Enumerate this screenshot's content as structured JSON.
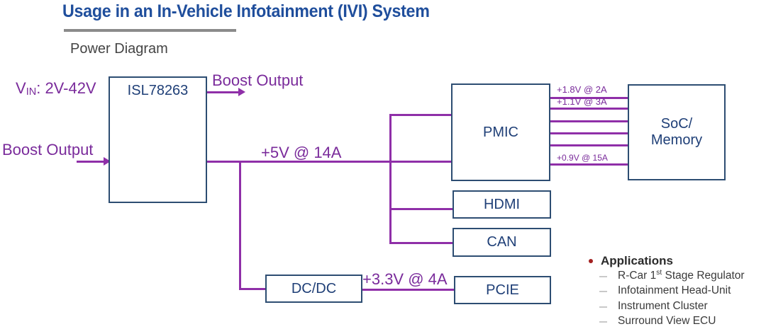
{
  "header": {
    "title": "Usage in an In-Vehicle Infotainment (IVI) System",
    "subtitle": "Power Diagram",
    "title_color": "#1f4e9c",
    "rule_color": "#8b8b8b"
  },
  "theme": {
    "block_border": "#2d4d72",
    "block_text": "#1f3f77",
    "wire": "#8f2fa8",
    "label_text": "#7a2b9b",
    "bullet": "#a32020"
  },
  "diagram": {
    "blocks": [
      {
        "id": "isl",
        "label": "ISL78263",
        "align": "top"
      },
      {
        "id": "pmic",
        "label": "PMIC"
      },
      {
        "id": "soc",
        "label": "SoC/\nMemory"
      },
      {
        "id": "hdmi",
        "label": "HDMI"
      },
      {
        "id": "can",
        "label": "CAN"
      },
      {
        "id": "dcdc",
        "label": "DC/DC"
      },
      {
        "id": "pcie",
        "label": "PCIE"
      }
    ],
    "labels": {
      "vin_prefix": "V",
      "vin_sub": "IN",
      "vin_value": ": 2V-42V",
      "boost_output_top": "Boost Output",
      "boost_output_left": "Boost Output",
      "rail_5v": "+5V @ 14A",
      "rail_3v3": "+3.3V @ 4A",
      "rail_18": "+1.8V @ 2A",
      "rail_11": "+1.1V @ 3A",
      "rail_09": "+0.9V @ 15A"
    }
  },
  "applications": {
    "heading": "Applications",
    "items": [
      {
        "pre": "R-Car 1",
        "sup": "st",
        "post": " Stage Regulator"
      },
      {
        "pre": "Infotainment Head-Unit",
        "sup": "",
        "post": ""
      },
      {
        "pre": "Instrument Cluster",
        "sup": "",
        "post": ""
      },
      {
        "pre": "Surround View ECU",
        "sup": "",
        "post": ""
      }
    ]
  }
}
